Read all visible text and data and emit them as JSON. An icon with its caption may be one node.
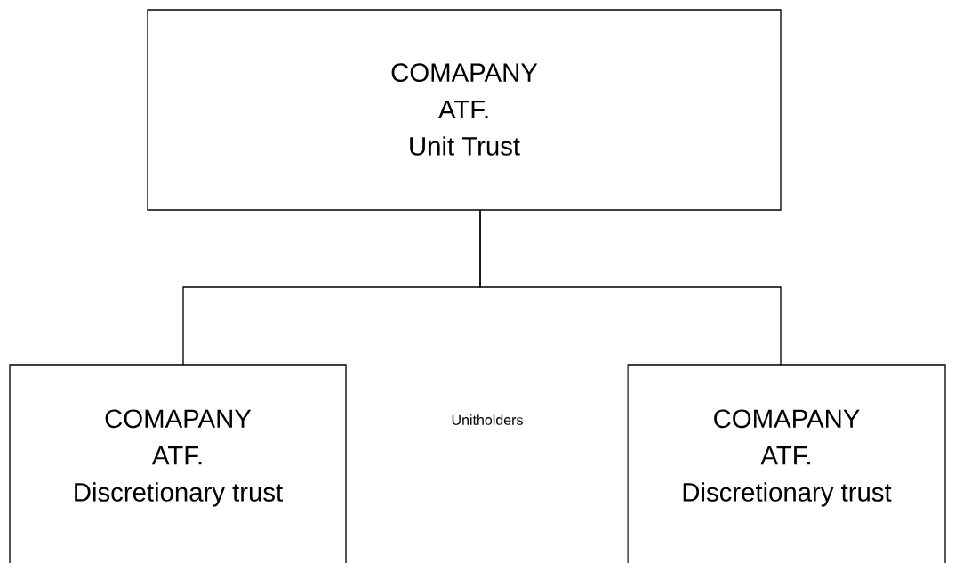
{
  "diagram": {
    "nodes": [
      {
        "text": [
          "COMAPANY",
          "ATF.",
          "Unit Trust"
        ]
      },
      {
        "text": [
          "COMAPANY",
          "ATF.",
          "Discretionary trust"
        ]
      },
      {
        "text": [
          "COMAPANY",
          "ATF.",
          "Discretionary trust"
        ]
      }
    ],
    "edges": [
      {
        "from": 0,
        "to": 1,
        "arrow": "none"
      },
      {
        "from": 0,
        "to": 2,
        "arrow": "none"
      }
    ],
    "labels": [
      "Unitholders"
    ]
  }
}
